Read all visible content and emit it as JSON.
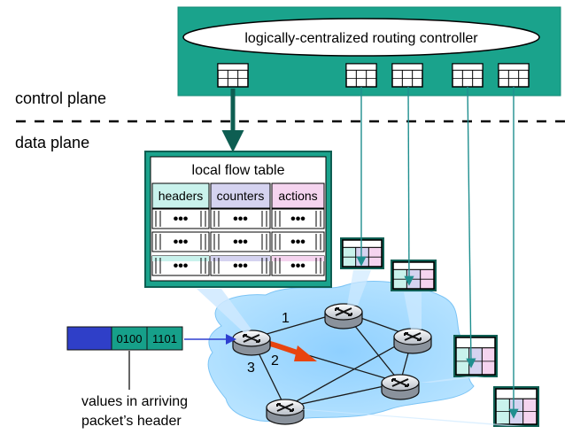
{
  "controller": {
    "label": "logically-centralized routing controller",
    "color": "#1aa38c"
  },
  "planes": {
    "control": "control plane",
    "data": "data plane"
  },
  "flow_table": {
    "title": "local flow table",
    "columns": [
      {
        "label": "headers",
        "color": "#c9f2ec"
      },
      {
        "label": "counters",
        "color": "#d5d3f0"
      },
      {
        "label": "actions",
        "color": "#f5d4ef"
      }
    ],
    "cell_value": "•••",
    "row_count": 3
  },
  "packet": {
    "fields": [
      "0100",
      "1101"
    ],
    "header_color": "#2f3fc8",
    "field_color": "#16a08a"
  },
  "packet_caption": [
    "values in arriving",
    "packet’s header"
  ],
  "router_ports": [
    "1",
    "2",
    "3"
  ],
  "colors": {
    "network_cloud": "#9fd8ff",
    "arrow_dark": "#0e5e52",
    "arrow_teal": "#1f8f8f",
    "flow_arrow": "#e8440f",
    "link": "#1a1a1a"
  },
  "icons": [
    "table-icon",
    "router-icon"
  ]
}
